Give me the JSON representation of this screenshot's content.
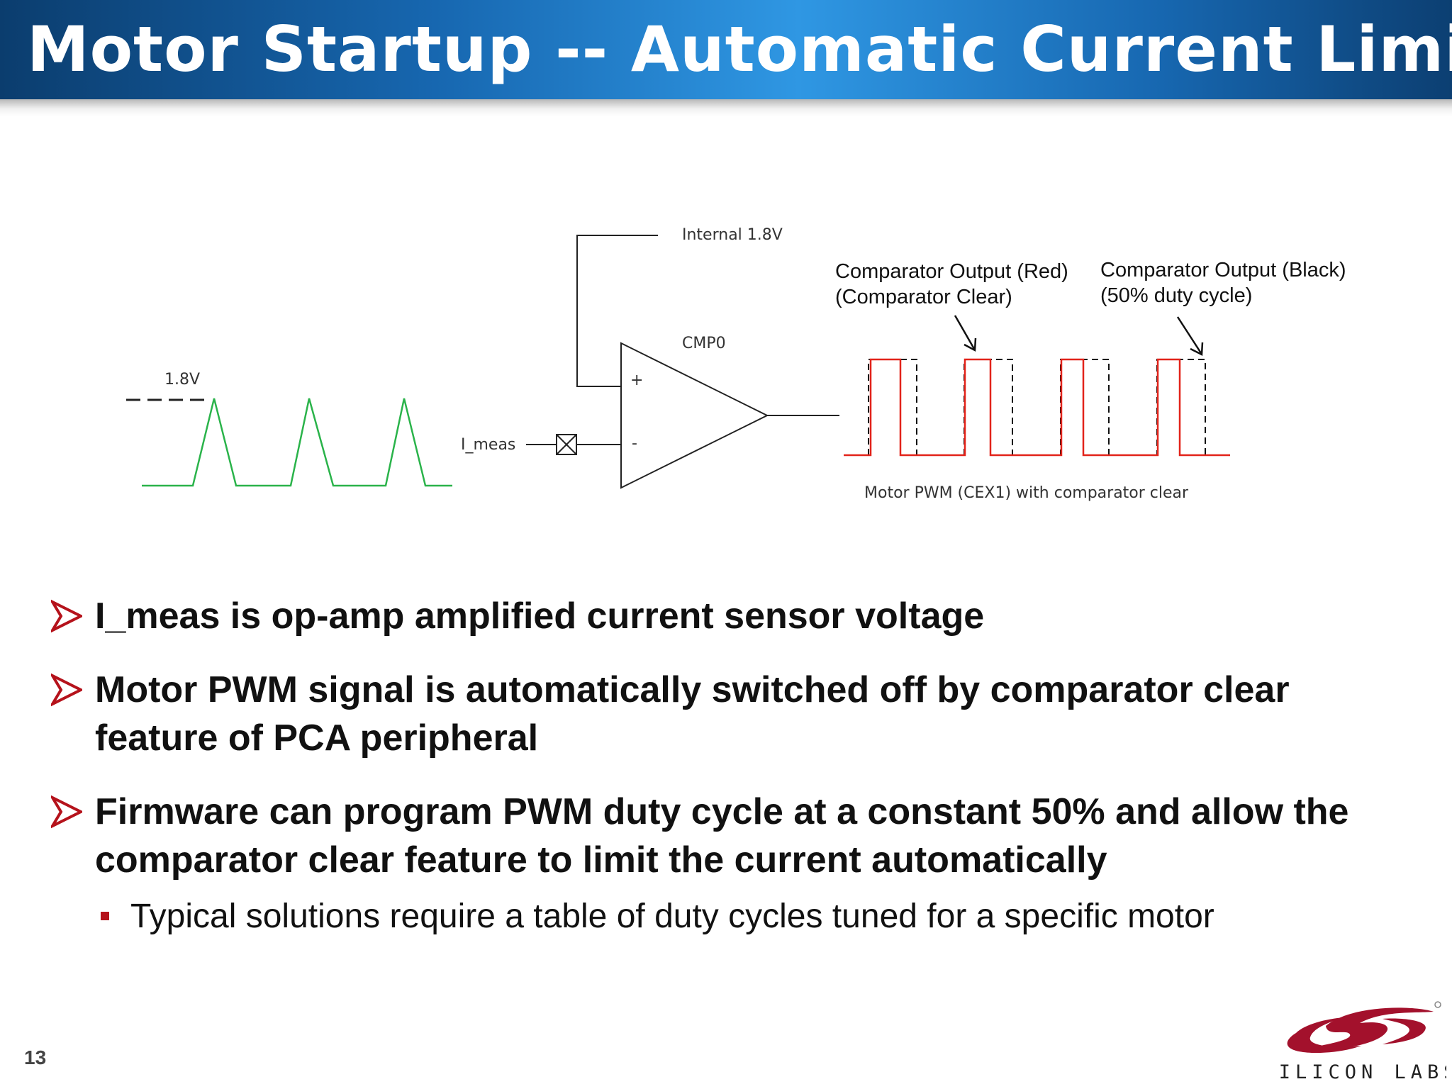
{
  "slide": {
    "title": "Motor Startup -- Automatic Current Limit",
    "page_number": "13"
  },
  "diagram": {
    "label_1v8": "1.8V",
    "label_imeas": "I_meas",
    "label_internal": "Internal 1.8V",
    "label_cmp": "CMP0",
    "label_plus": "+",
    "label_minus": "-",
    "callout_red_line1": "Comparator Output (Red)",
    "callout_red_line2": "(Comparator Clear)",
    "callout_black_line1": "Comparator Output (Black)",
    "callout_black_line2": "(50% duty cycle)",
    "caption_pwm": "Motor PWM (CEX1) with comparator clear",
    "colors": {
      "current_wave": "#2ab34a",
      "comparator_clear": "#e2231a",
      "pwm_50": "#111111"
    }
  },
  "bullets": [
    {
      "text": "I_meas is op-amp amplified current sensor voltage"
    },
    {
      "text": "Motor PWM signal is automatically switched off by comparator clear feature of PCA peripheral"
    },
    {
      "text": "Firmware can program PWM duty cycle at a constant 50% and allow the comparator clear feature to limit the current automatically"
    }
  ],
  "sub_bullets": [
    {
      "text": "Typical solutions require a table of duty cycles tuned for a specific motor"
    }
  ],
  "logo": {
    "text": "SILICON LABS",
    "brand_color": "#a3112c"
  },
  "theme": {
    "header_color": "#1767b0",
    "bullet_color": "#b5121b"
  }
}
